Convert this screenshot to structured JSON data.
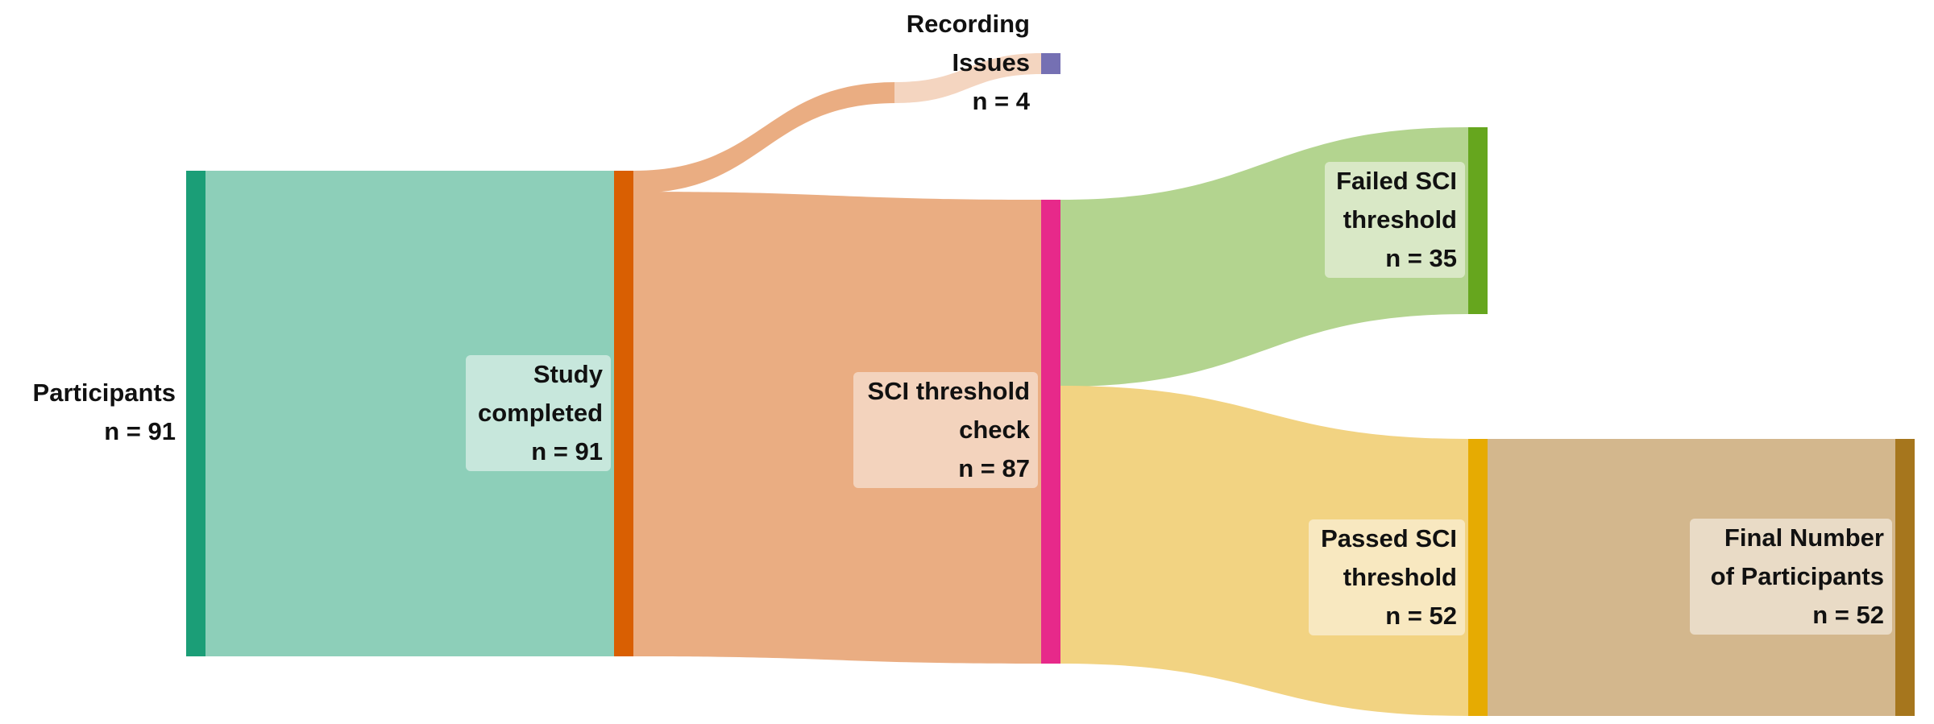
{
  "nodes": {
    "participants": {
      "lines": [
        "Participants",
        "n = 91"
      ],
      "color": "#1b9e77",
      "fill": "#8dcfb9"
    },
    "study": {
      "lines": [
        "Study",
        "completed",
        "n = 91"
      ],
      "color": "#d95f02",
      "fill": "#c7e7dc"
    },
    "recording": {
      "lines": [
        "Recording",
        "Issues",
        "n = 4"
      ],
      "color": "#7570b3"
    },
    "sci": {
      "lines": [
        "SCI threshold",
        "check",
        "n = 87"
      ],
      "color": "#e7298a",
      "fill": "#f3d3bd"
    },
    "failed": {
      "lines": [
        "Failed SCI",
        "threshold",
        "n = 35"
      ],
      "color": "#66a61e",
      "fill": "#d9e8c6"
    },
    "passed": {
      "lines": [
        "Passed SCI",
        "threshold",
        "n = 52"
      ],
      "color": "#e6ab02",
      "fill": "#f8e8c0"
    },
    "final": {
      "lines": [
        "Final Number",
        "of Participants",
        "n = 52"
      ],
      "color": "#a6761d",
      "fill": "#e9dbc6"
    }
  },
  "flows": [
    {
      "from": "Participants",
      "to": "Study completed",
      "value": 91,
      "color": "#8dcfb9"
    },
    {
      "from": "Study completed",
      "to": "Recording Issues",
      "value": 4,
      "color": "#eaad82"
    },
    {
      "from": "Study completed",
      "to": "SCI threshold check",
      "value": 87,
      "color": "#eaad82"
    },
    {
      "from": "SCI threshold check",
      "to": "Failed SCI threshold",
      "value": 35,
      "color": "#b3d48f"
    },
    {
      "from": "SCI threshold check",
      "to": "Passed SCI threshold",
      "value": 52,
      "color": "#f2d382"
    },
    {
      "from": "Passed SCI threshold",
      "to": "Final Number of Participants",
      "value": 52,
      "color": "#d3b78d"
    }
  ]
}
